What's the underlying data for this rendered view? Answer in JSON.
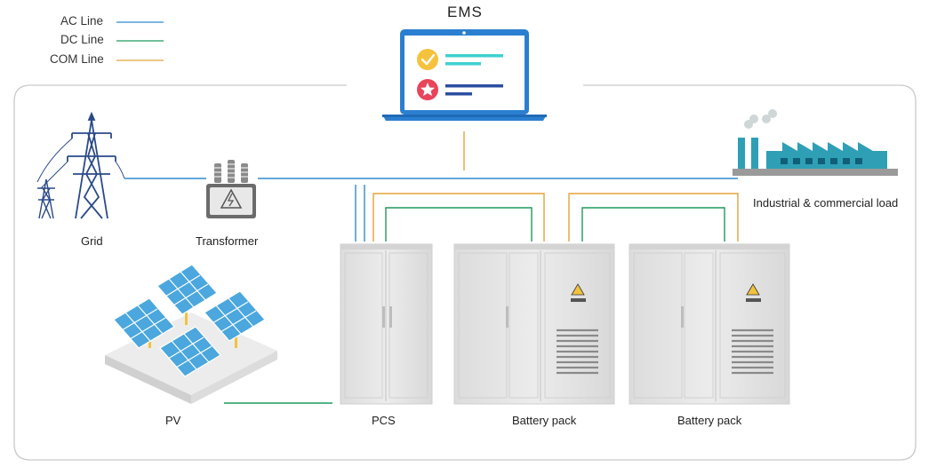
{
  "legend": {
    "items": [
      {
        "label": "AC Line",
        "color": "#2e8bcf"
      },
      {
        "label": "DC Line",
        "color": "#1f9a5c"
      },
      {
        "label": "COM Line",
        "color": "#e5a33a"
      }
    ]
  },
  "ems": {
    "title": "EMS"
  },
  "nodes": {
    "grid": "Grid",
    "transformer": "Transformer",
    "load": "Industrial & commercial load",
    "pv": "PV",
    "pcs": "PCS",
    "battery1": "Battery pack",
    "battery2": "Battery pack"
  },
  "colors": {
    "ac": "#2e8bcf",
    "dc": "#1f9a5c",
    "com": "#e5a33a",
    "frame": "#c9c9c9",
    "tower": "#2a4a8a",
    "cabinet": "#e6e6e6",
    "solar": "#4ba7dd",
    "factory": "#2f9fb5"
  }
}
